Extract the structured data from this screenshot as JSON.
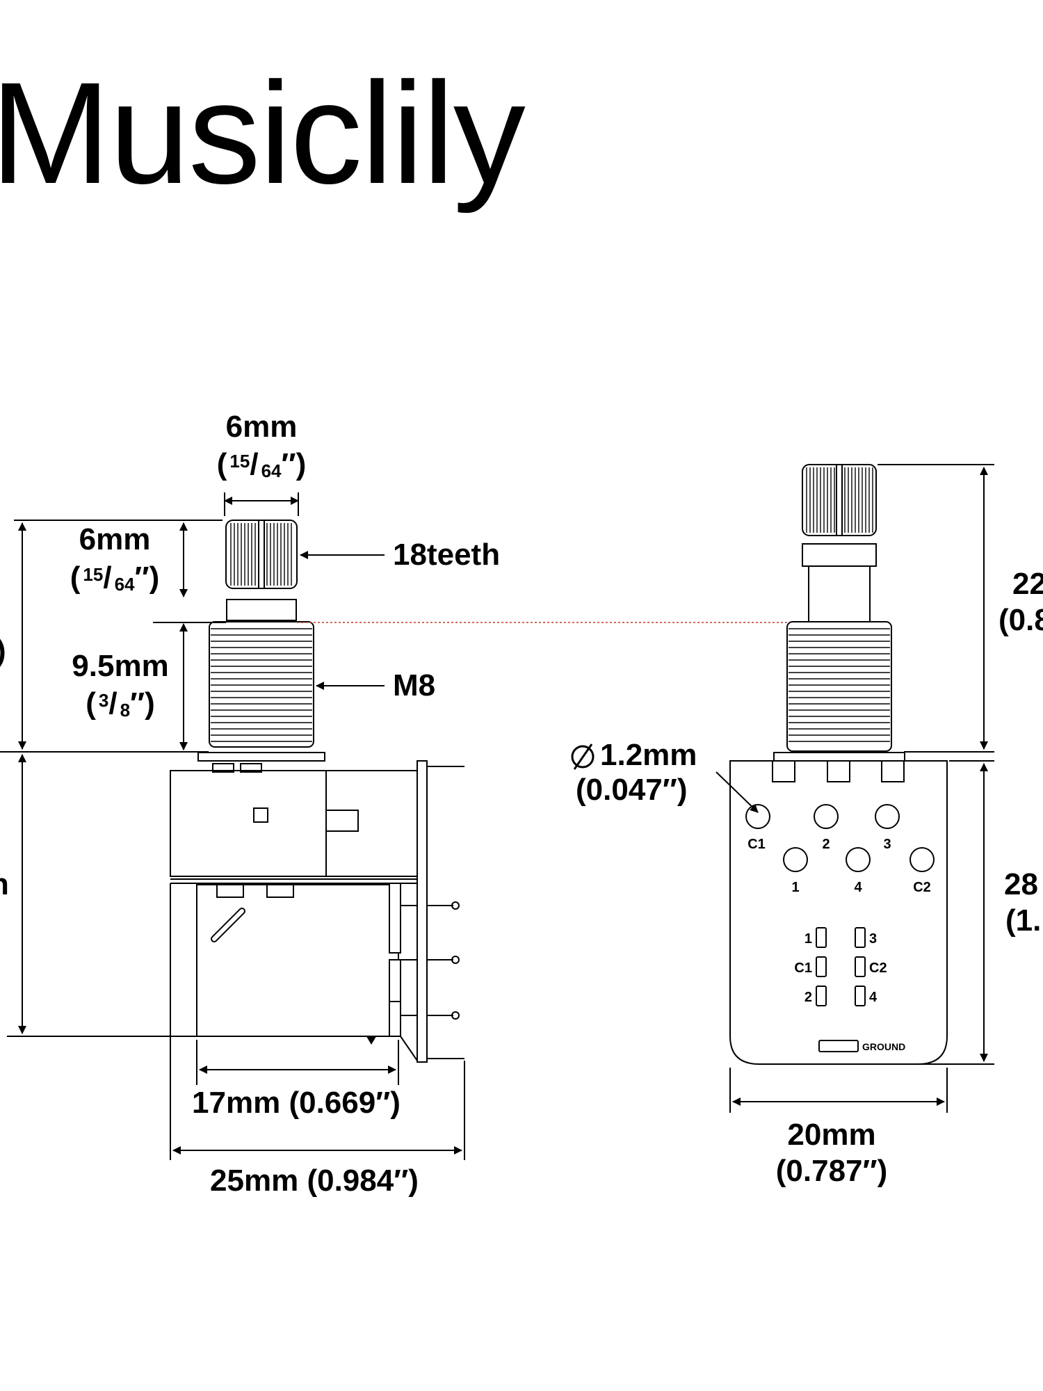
{
  "brand": "Musiclily",
  "colors": {
    "line": "#000000",
    "reference_line": "#c0392b",
    "background": "#ffffff"
  },
  "side_view": {
    "shaft_width": {
      "mm": "6mm",
      "inch_open": "(",
      "inch_num": "15",
      "inch_den": "64",
      "inch_close": "″)"
    },
    "shaft_height": {
      "mm": "6mm",
      "inch_open": "(",
      "inch_num": "15",
      "inch_den": "64",
      "inch_close": "″)"
    },
    "teeth_callout": "18teeth",
    "thread_height": {
      "mm": "9.5mm",
      "inch_open": "(",
      "inch_num": "3",
      "inch_den": "8",
      "inch_close": "″)"
    },
    "thread_callout": "M8",
    "left_partial_top": ")",
    "left_partial_mid": "n",
    "body_depth": "17mm (0.669″)",
    "total_depth": "25mm (0.984″)"
  },
  "front_view": {
    "hole_dia": {
      "mm": "1.2mm",
      "inch": "(0.047″)"
    },
    "top_labels": [
      "C1",
      "2",
      "3",
      "1",
      "4",
      "C2"
    ],
    "bottom_labels": [
      "1",
      "C1",
      "2",
      "3",
      "C2",
      "4"
    ],
    "ground": "GROUND",
    "width": {
      "mm": "20mm",
      "inch": "(0.787″)"
    },
    "height_top": {
      "mm": "22",
      "inch": "(0.8"
    },
    "height_body": {
      "mm": "28",
      "inch": "(1."
    }
  }
}
